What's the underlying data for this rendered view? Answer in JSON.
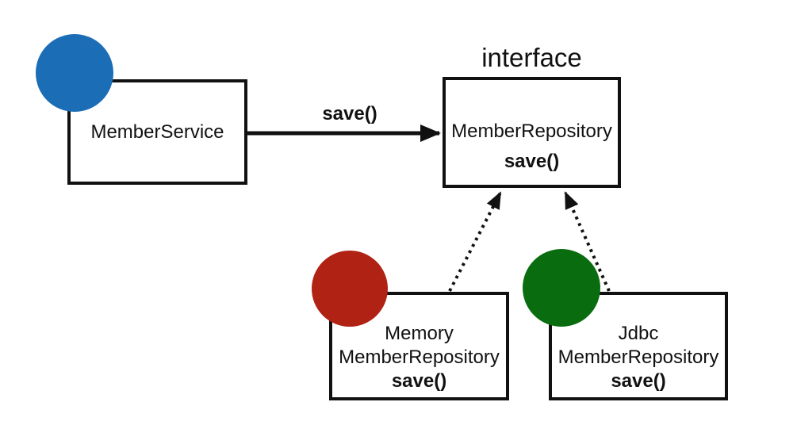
{
  "canvas": {
    "background": "#ffffff",
    "ink": "#111111"
  },
  "interface_label": "interface",
  "dependency_arrow": {
    "label": "save()"
  },
  "nodes": {
    "member_service": {
      "title": "MemberService",
      "circle_color": "#1b6db6"
    },
    "member_repository": {
      "title": "MemberRepository",
      "method": "save()"
    },
    "memory_member_repository": {
      "line1": "Memory",
      "line2": "MemberRepository",
      "method": "save()",
      "circle_color": "#b02214"
    },
    "jdbc_member_repository": {
      "line1": "Jdbc",
      "line2": "MemberRepository",
      "method": "save()",
      "circle_color": "#096c0e"
    }
  }
}
